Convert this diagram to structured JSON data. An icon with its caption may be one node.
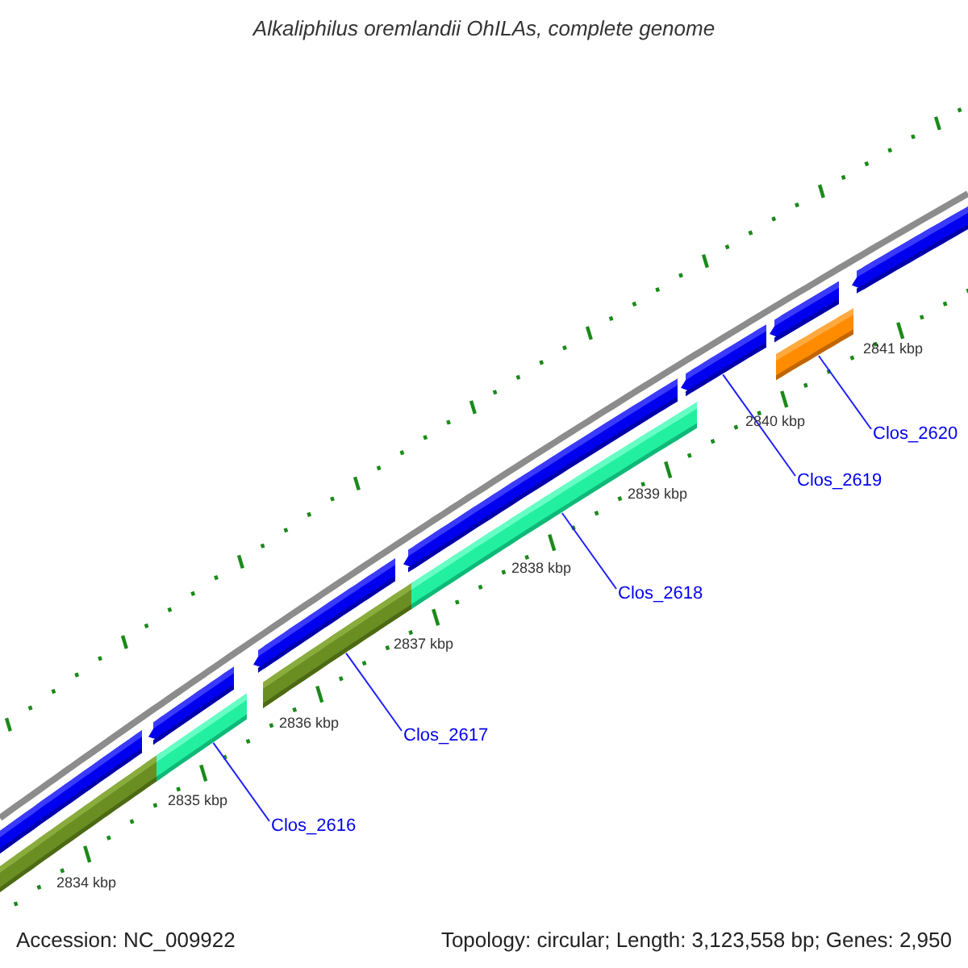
{
  "diagram": {
    "title": "Alkaliphilus oremlandii OhILAs, complete genome",
    "nodes": [
      {
        "text": [
          "Clos_2616"
        ]
      },
      {
        "text": [
          "Clos_2617"
        ]
      },
      {
        "text": [
          "Clos_2618"
        ]
      },
      {
        "text": [
          "Clos_2619"
        ]
      },
      {
        "text": [
          "Clos_2620"
        ]
      },
      {
        "text": [],
        "shape": "bar"
      },
      {
        "text": [],
        "shape": "bar"
      },
      {
        "text": [],
        "shape": "bar"
      },
      {
        "text": [],
        "shape": "bar"
      },
      {
        "text": [],
        "shape": "bar"
      },
      {
        "text": [],
        "shape": "bar"
      },
      {
        "text": [],
        "shape": "bar"
      },
      {
        "text": [],
        "shape": "bar"
      },
      {
        "text": [],
        "shape": "bar"
      },
      {
        "text": [],
        "shape": "bar"
      },
      {
        "text": [],
        "shape": "bar"
      },
      {
        "text": [],
        "shape": "bar"
      }
    ],
    "edges": [
      {
        "from": 0,
        "to": 8,
        "arrow": "none"
      },
      {
        "from": 1,
        "to": 10,
        "arrow": "none"
      },
      {
        "from": 2,
        "to": 12,
        "arrow": "none"
      },
      {
        "from": 3,
        "to": 13,
        "arrow": "none"
      },
      {
        "from": 4,
        "to": 15,
        "arrow": "none"
      }
    ],
    "labels": [
      "2841 kbp",
      "2840 kbp",
      "2839 kbp",
      "2838 kbp",
      "2837 kbp",
      "2836 kbp",
      "2835 kbp",
      "2834 kbp",
      "Accession: NC_009922",
      "Topology: circular; Length: 3,123,558 bp; Genes: 2,950"
    ]
  }
}
